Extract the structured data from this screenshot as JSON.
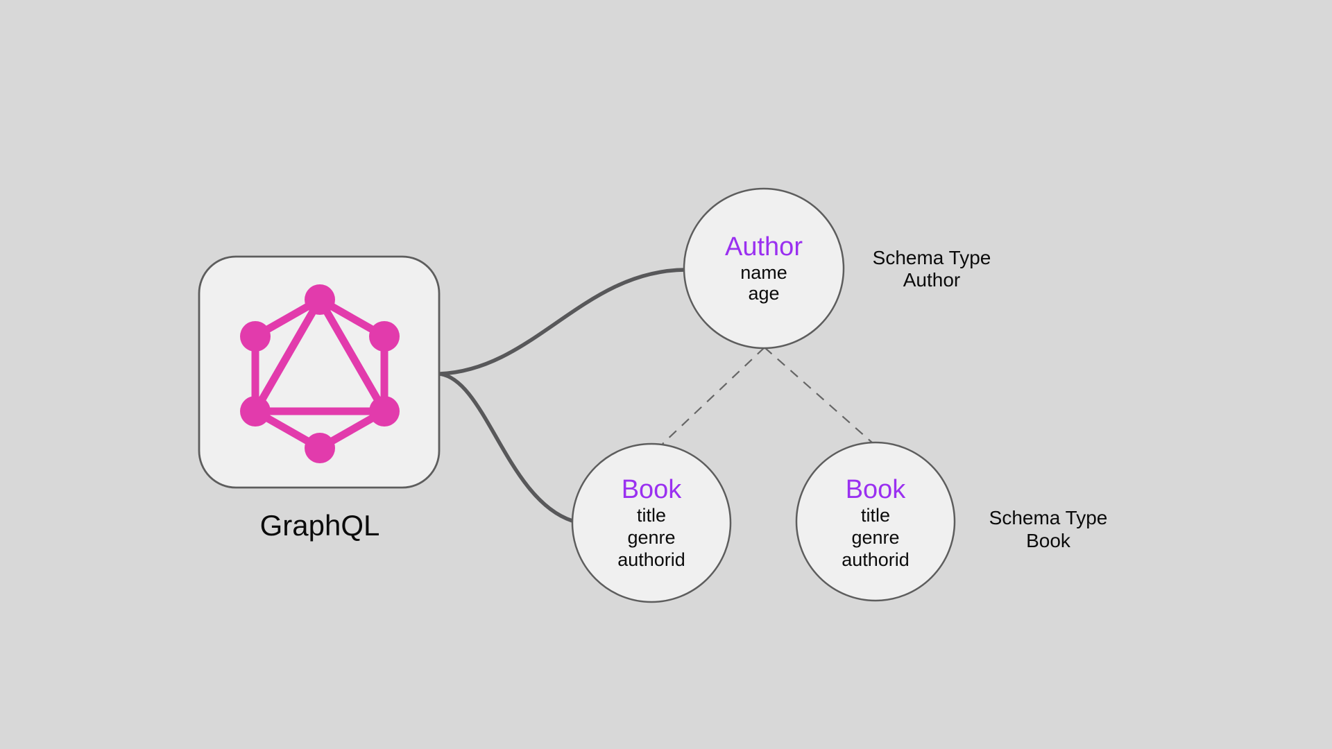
{
  "colors": {
    "background": "#d8d8d8",
    "shape_fill": "#f0f0f0",
    "shape_stroke": "#5d5d5d",
    "connector_stroke": "#58585a",
    "dashed_stroke": "#666666",
    "logo_pink": "#e23bac",
    "type_purple": "#9a30f0",
    "text_black": "#0b0b0b"
  },
  "graphql": {
    "label": "GraphQL"
  },
  "nodes": {
    "author": {
      "title": "Author",
      "fields": [
        "name",
        "age"
      ]
    },
    "book1": {
      "title": "Book",
      "fields": [
        "title",
        "genre",
        "authorid"
      ]
    },
    "book2": {
      "title": "Book",
      "fields": [
        "title",
        "genre",
        "authorid"
      ]
    }
  },
  "annotations": {
    "author": {
      "line1": "Schema Type",
      "line2": "Author"
    },
    "book": {
      "line1": "Schema Type",
      "line2": "Book"
    }
  }
}
